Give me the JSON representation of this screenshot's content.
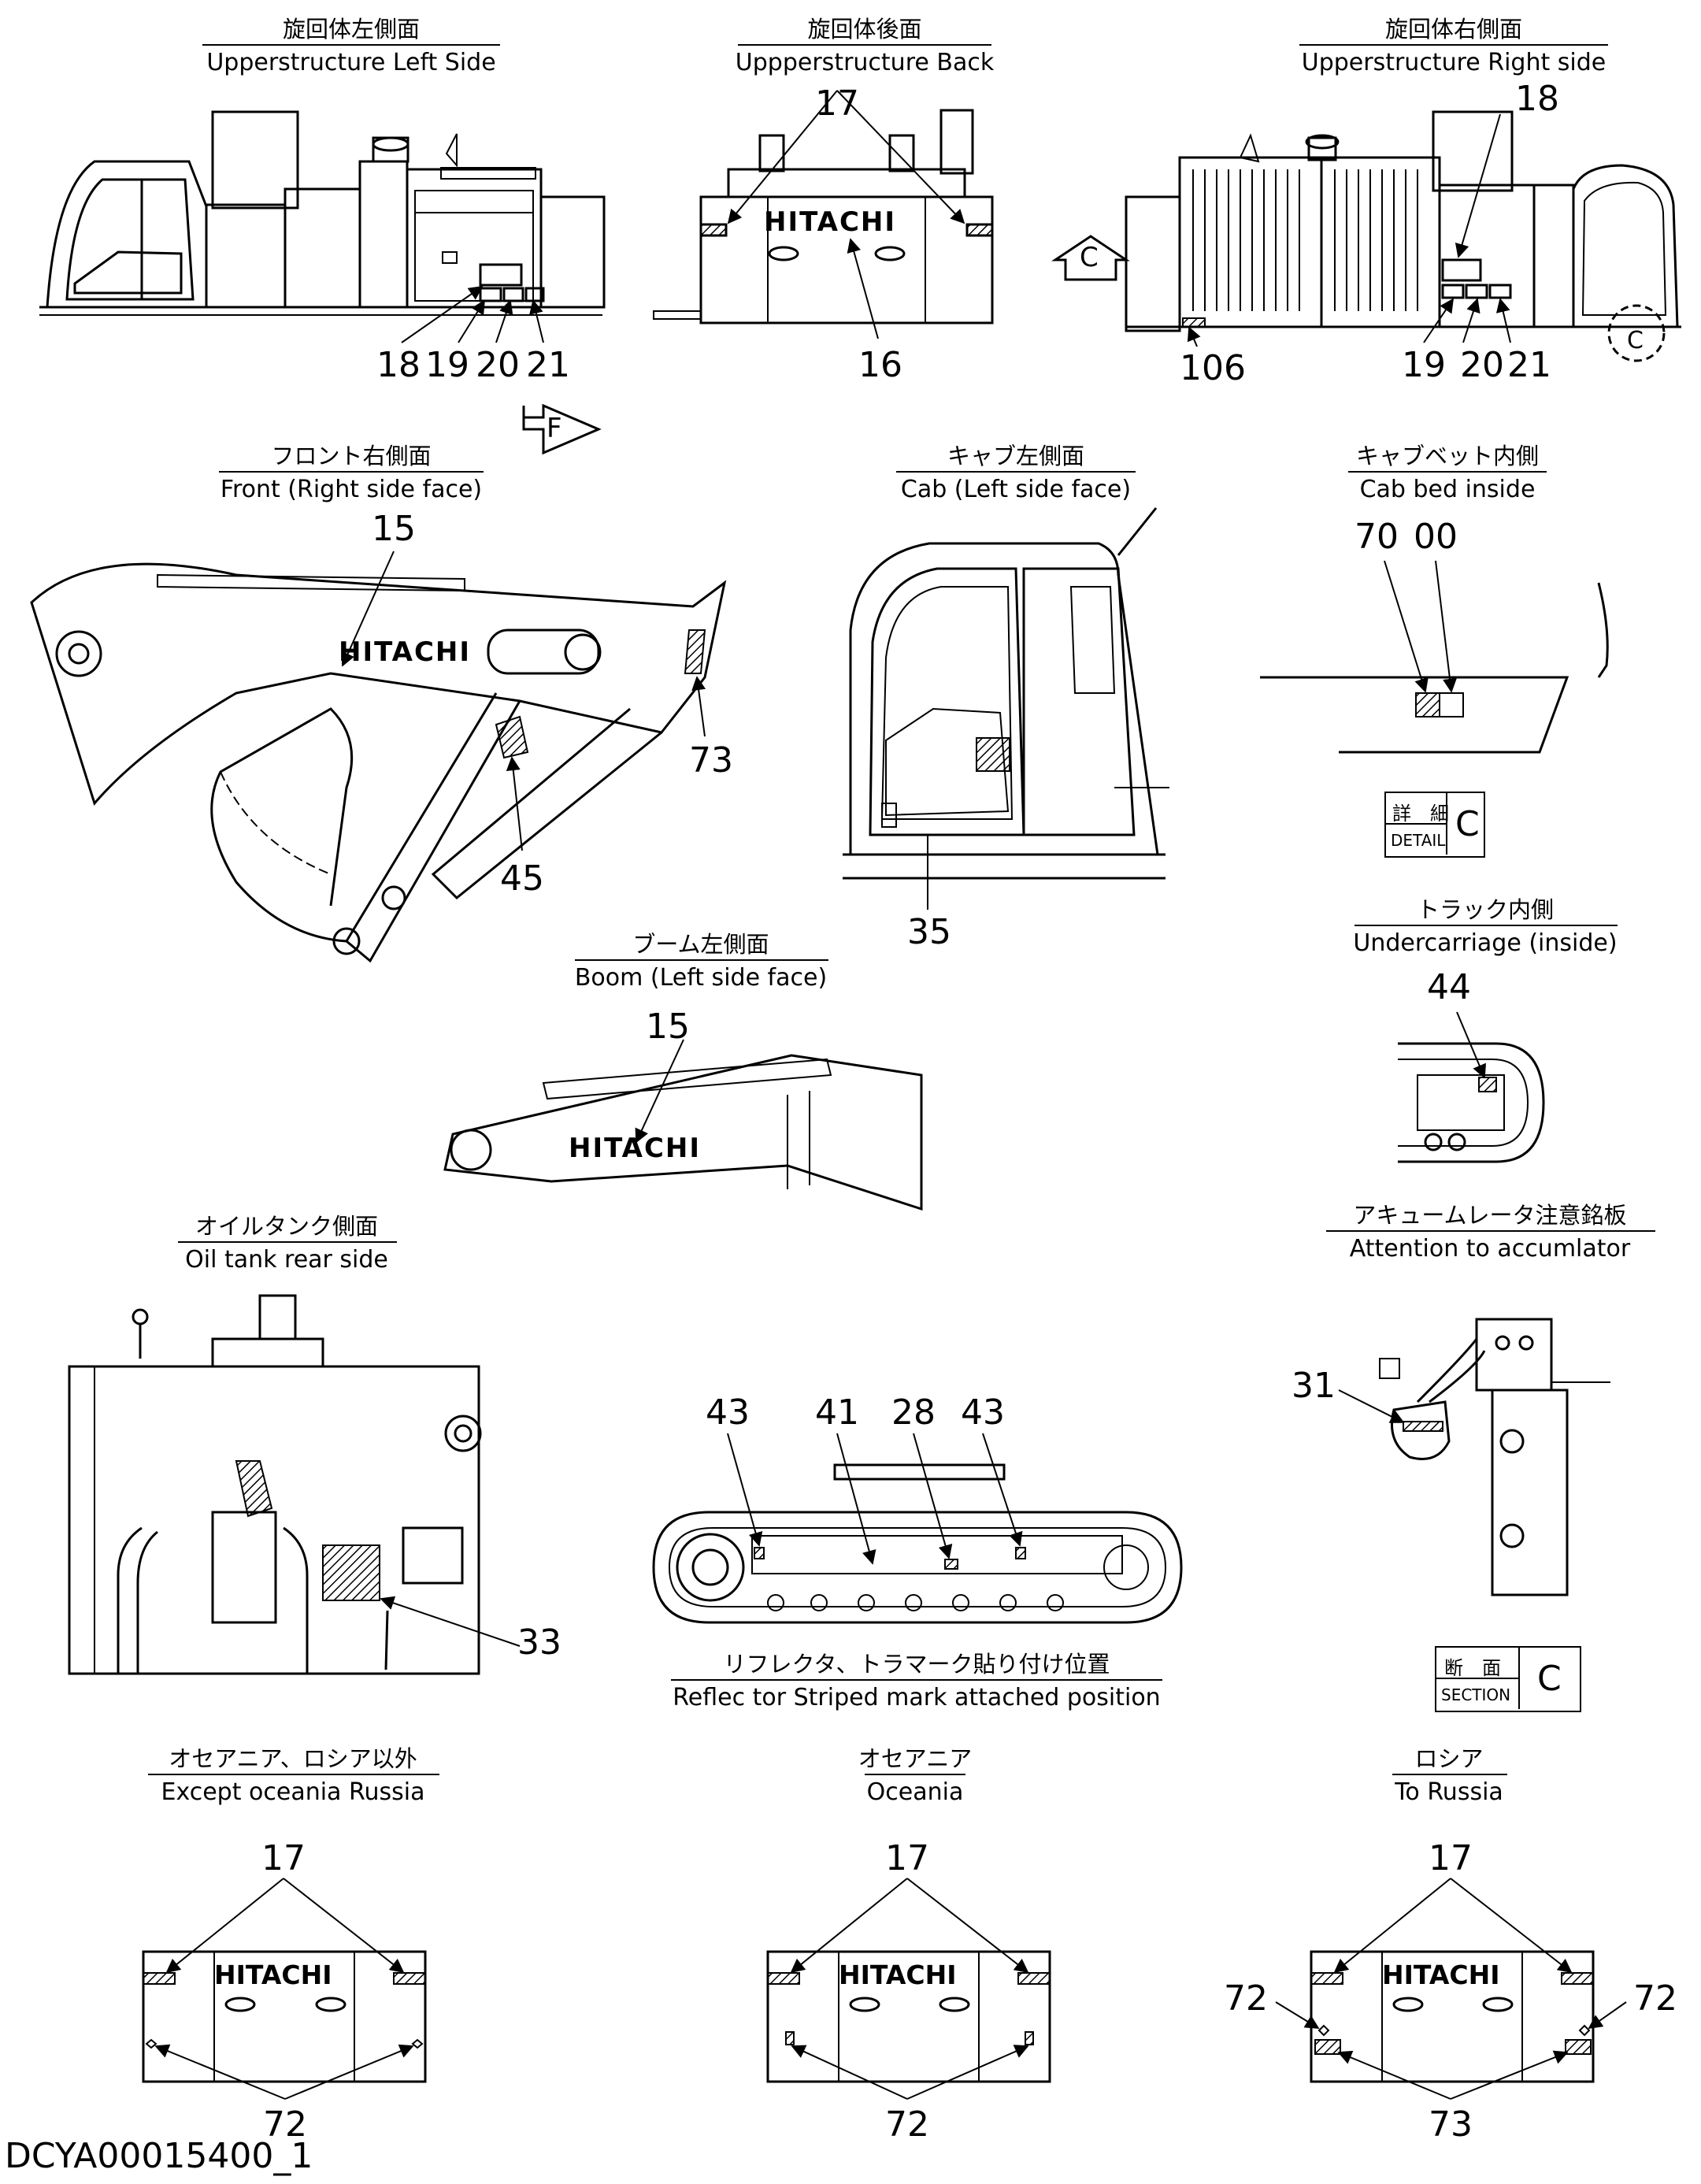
{
  "views": {
    "up_left": {
      "jp": "旋回体左側面",
      "en": "Upperstructure Left Side"
    },
    "up_back": {
      "jp": "旋回体後面",
      "en": "Uppperstructure Back"
    },
    "up_right": {
      "jp": "旋回体右側面",
      "en": "Upperstructure Right side"
    },
    "front": {
      "jp": "フロント右側面",
      "en": "Front (Right side face)"
    },
    "cab_left": {
      "jp": "キャブ左側面",
      "en": "Cab (Left side face)"
    },
    "cab_bed": {
      "jp": "キャブベット内側",
      "en": "Cab bed inside"
    },
    "undercar": {
      "jp": "トラック内側",
      "en": "Undercarriage (inside)"
    },
    "boom": {
      "jp": "ブーム左側面",
      "en": "Boom (Left side face)"
    },
    "oil_tank": {
      "jp": "オイルタンク側面",
      "en": "Oil tank rear side"
    },
    "accum": {
      "jp": "アキュームレータ注意銘板",
      "en": "Attention to accumlator"
    },
    "reflector": {
      "jp": "リフレクタ、トラマーク貼り付け位置",
      "en": "Reflec tor Striped mark attached position"
    },
    "ex_oc_ru": {
      "jp": "オセアニア、ロシア以外",
      "en": "Except oceania Russia"
    },
    "oceania": {
      "jp": "オセアニア",
      "en": "Oceania"
    },
    "russia": {
      "jp": "ロシア",
      "en": "To Russia"
    }
  },
  "callouts": {
    "ul_18": "18",
    "ul_19": "19",
    "ul_20": "20",
    "ul_21": "21",
    "ub_17": "17",
    "ub_16": "16",
    "ur_18": "18",
    "ur_19": "19",
    "ur_20": "20",
    "ur_21": "21",
    "ur_106": "106",
    "fr_15": "15",
    "fr_73": "73",
    "fr_45": "45",
    "cab_35": "35",
    "bed_70": "70",
    "bed_00": "00",
    "uc_44": "44",
    "boom_15": "15",
    "oil_33": "33",
    "acc_31": "31",
    "ref_43a": "43",
    "ref_41": "41",
    "ref_28": "28",
    "ref_43b": "43",
    "ex_17": "17",
    "ex_72": "72",
    "oc_17": "17",
    "oc_72": "72",
    "ru_17": "17",
    "ru_72a": "72",
    "ru_72b": "72",
    "ru_73": "73"
  },
  "markers": {
    "c_arrow": "C",
    "f_arrow": "F",
    "circle_c": "C"
  },
  "brand": "HITACHI",
  "detail_box": {
    "jp": "詳　細",
    "en": "DETAIL",
    "letter": "C"
  },
  "section_box": {
    "jp": "断　面",
    "en": "SECTION",
    "letter": "C"
  },
  "doc_id": "DCYA00015400_1"
}
